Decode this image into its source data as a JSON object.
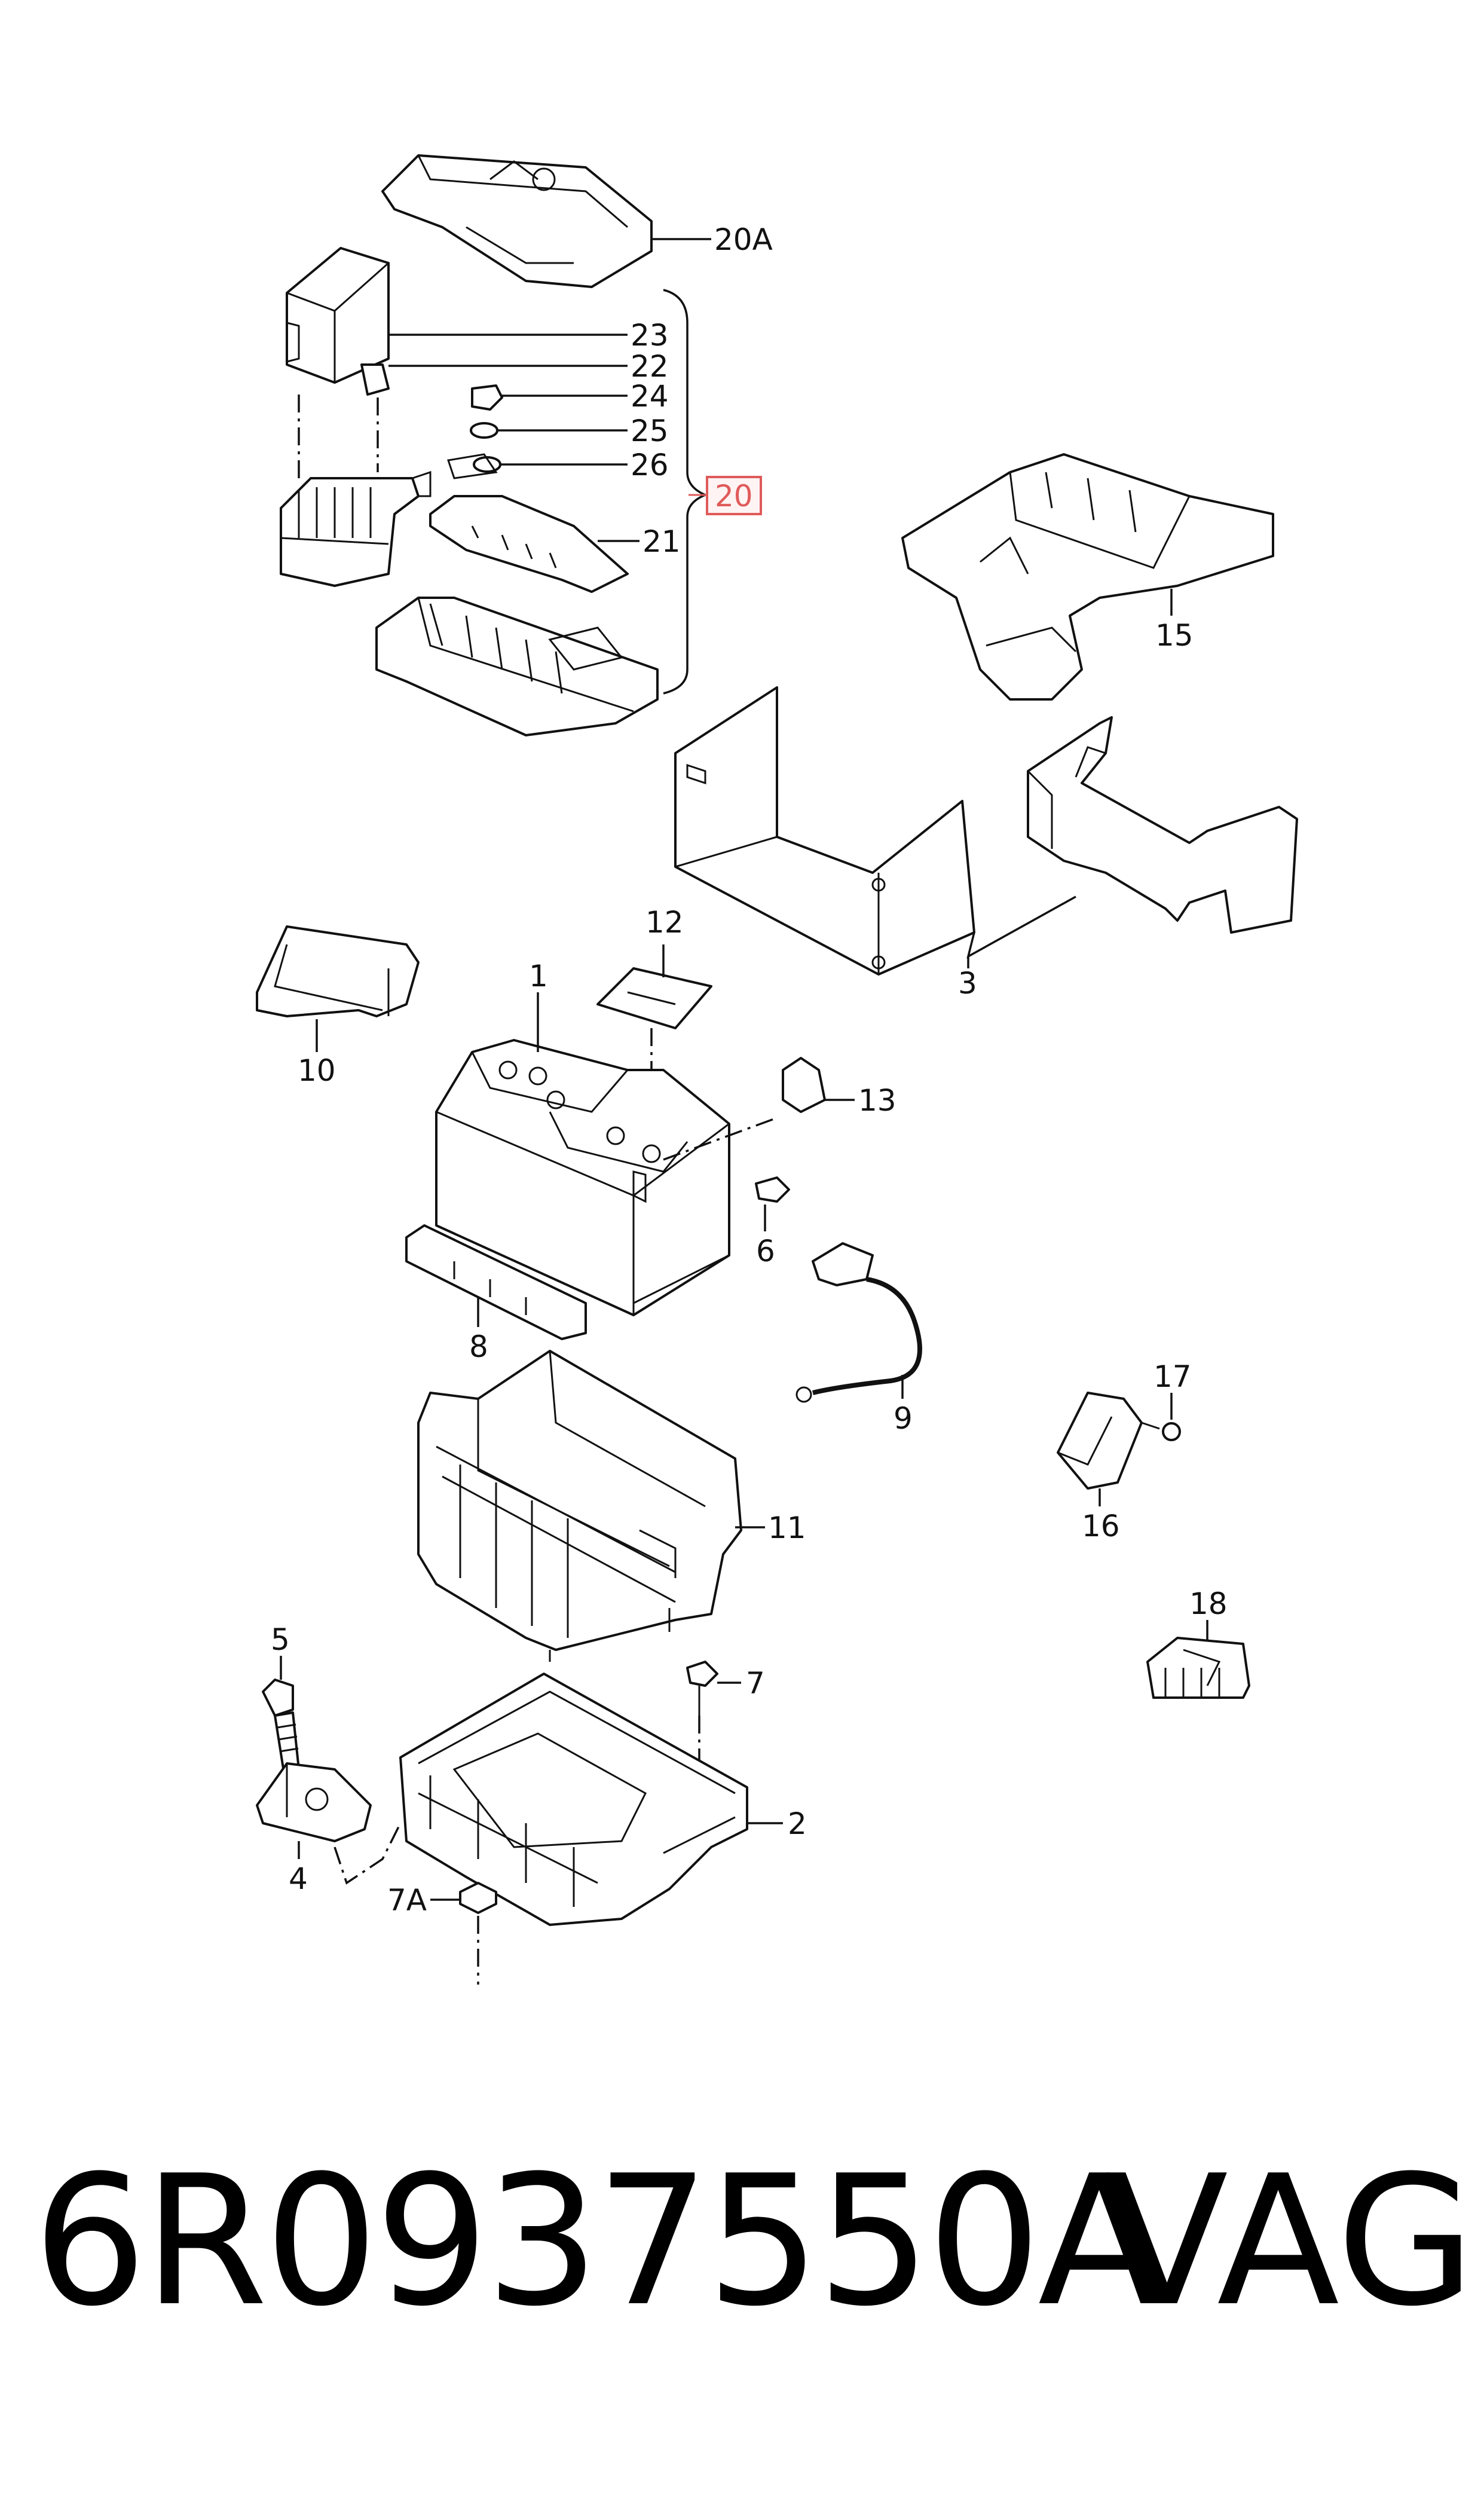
{
  "diagram": {
    "callouts": {
      "c20A": "20A",
      "c23": "23",
      "c22": "22",
      "c24": "24",
      "c25": "25",
      "c26": "26",
      "c20": "20",
      "c21": "21",
      "c15": "15",
      "c3": "3",
      "c12": "12",
      "c10": "10",
      "c1": "1",
      "c13": "13",
      "c6": "6",
      "c8": "8",
      "c9": "9",
      "c17": "17",
      "c16": "16",
      "c11": "11",
      "c18": "18",
      "c5": "5",
      "c7": "7",
      "c2": "2",
      "c4": "4",
      "c7A": "7A"
    },
    "highlight_color": "#e05a5a"
  },
  "footer": {
    "part_number": "6R0937550A",
    "brand": "VAG"
  }
}
